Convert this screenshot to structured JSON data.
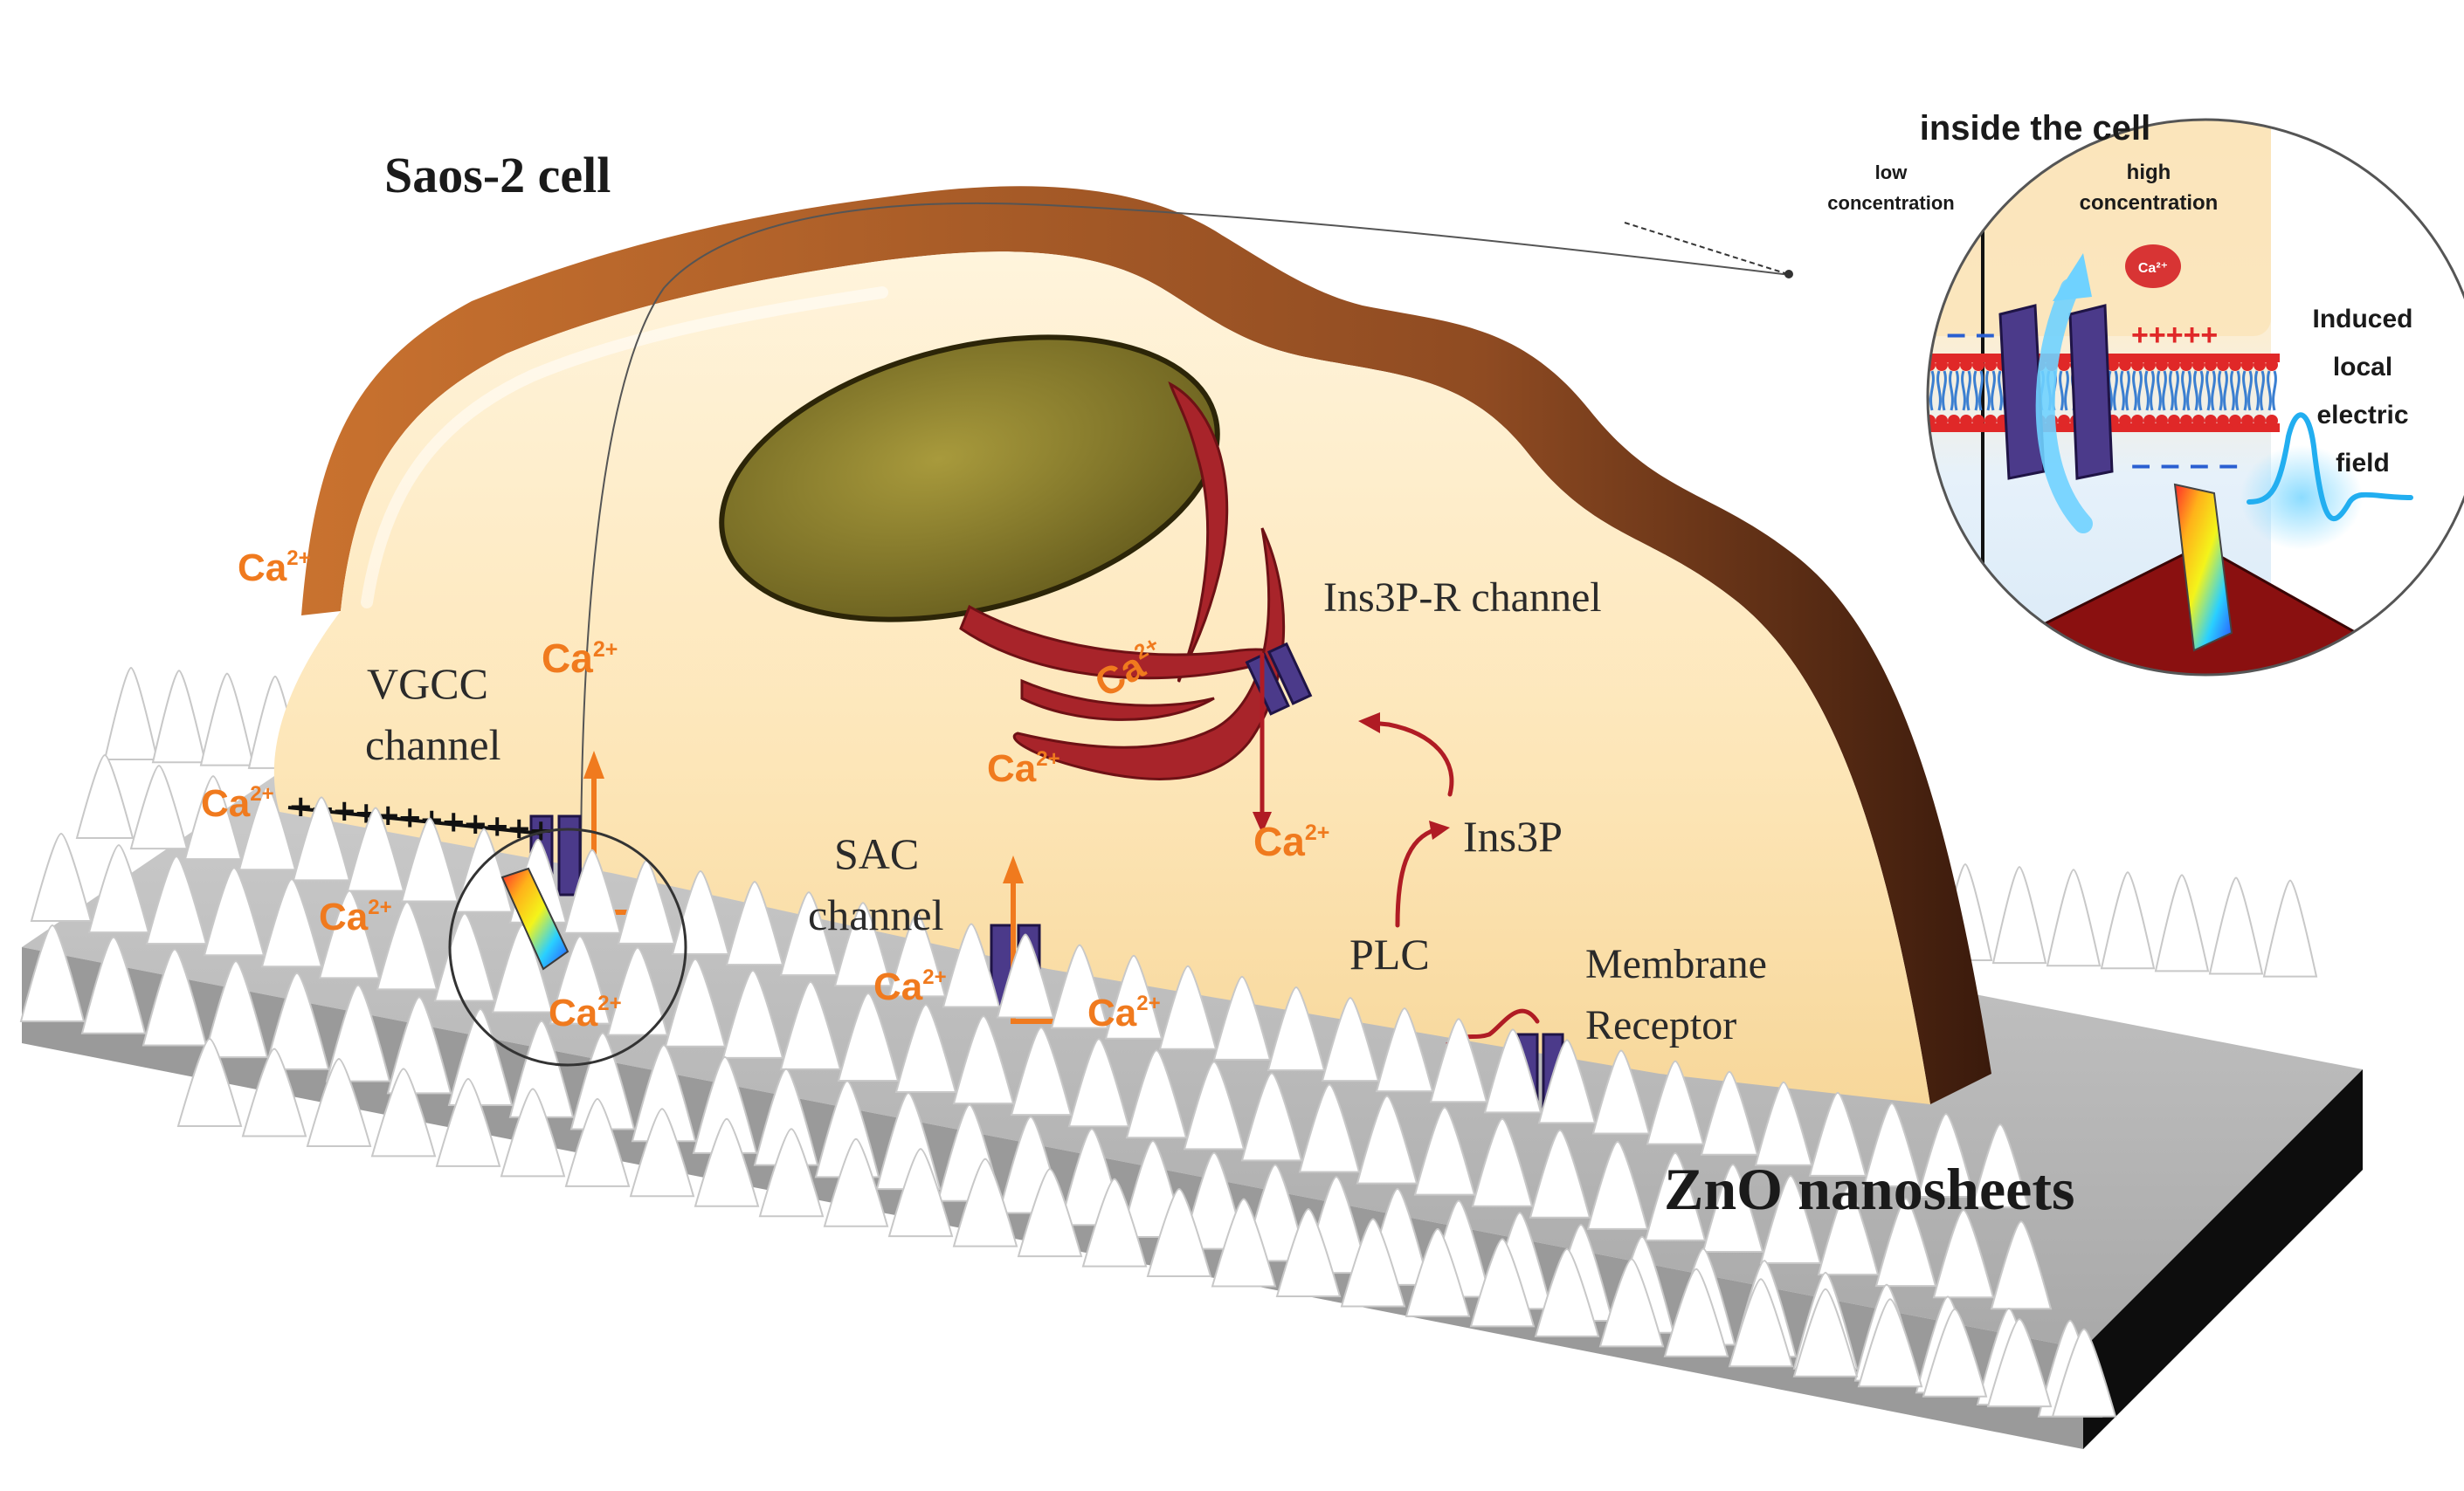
{
  "title": "Saos-2 cell",
  "substrate_label": "ZnO nanosheets",
  "labels": {
    "vgcc": [
      "VGCC",
      "channel"
    ],
    "sac": [
      "SAC",
      "channel"
    ],
    "ins3p_r": "Ins3P-R channel",
    "ins3p": "Ins3P",
    "plc": "PLC",
    "membrane_receptor": [
      "Membrane",
      "Receptor"
    ]
  },
  "ion": {
    "base": "Ca",
    "charge": "2+"
  },
  "inset": {
    "title": "inside the cell",
    "low": [
      "low",
      "concentration"
    ],
    "high": [
      "high",
      "concentration"
    ],
    "ion_small": "Ca²⁺",
    "field_label": [
      "Induced",
      "local",
      "electric",
      "field"
    ],
    "plus_signs": "++++++",
    "plus_signs_right": "+++++"
  },
  "colors": {
    "cell_fill": "#fde6b8",
    "cell_rim": "#b5652e",
    "nucleus": "#8a7d2a",
    "er": "#a8242a",
    "channel": "#4b3a8a",
    "calcium": "#f07a1e",
    "substrate_top": "#bdbdbd",
    "substrate_side": "#0d0d0d"
  }
}
